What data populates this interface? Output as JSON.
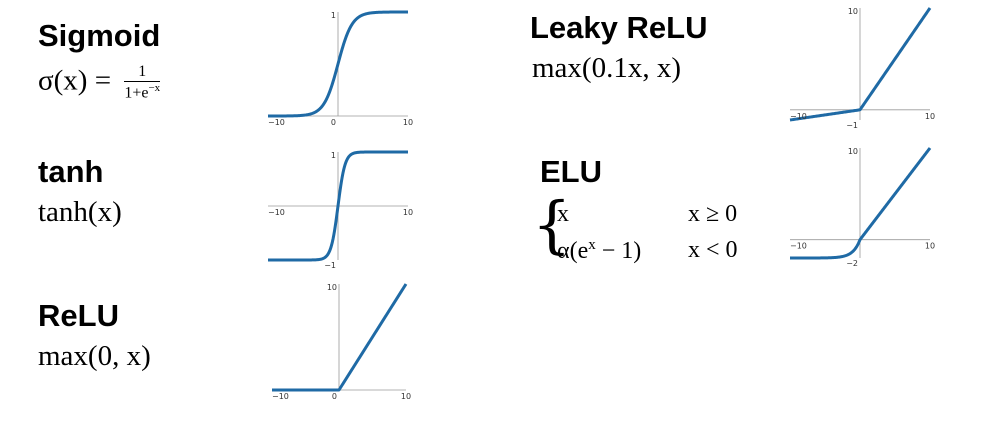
{
  "colors": {
    "curve": "#1f6aa5",
    "axis": "#9a9a9a",
    "text": "#000000"
  },
  "panels": [
    {
      "id": "sigmoid",
      "title": "Sigmoid",
      "formula": {
        "lhs": "σ(x) =",
        "num": "1",
        "den_base": "1+e",
        "den_exp": "−x"
      },
      "chart_data": {
        "type": "line",
        "fn": "sigmoid",
        "xlim": [
          -10,
          10
        ],
        "ylim": [
          0,
          1
        ],
        "tick_labels": {
          "xmin": "−10",
          "xmax": "10",
          "origin": "0",
          "ymax": "1"
        }
      }
    },
    {
      "id": "tanh",
      "title": "tanh",
      "formula": {
        "text": "tanh(x)"
      },
      "chart_data": {
        "type": "line",
        "fn": "tanh",
        "xlim": [
          -10,
          10
        ],
        "ylim": [
          -1,
          1
        ],
        "tick_labels": {
          "xmin": "−10",
          "xmax": "10",
          "ymin": "−1",
          "ymax": "1"
        }
      }
    },
    {
      "id": "relu",
      "title": "ReLU",
      "formula": {
        "text": "max(0, x)"
      },
      "chart_data": {
        "type": "line",
        "fn": "relu",
        "xlim": [
          -10,
          10
        ],
        "ylim": [
          0,
          10
        ],
        "tick_labels": {
          "xmin": "−10",
          "xmax": "10",
          "origin": "0",
          "ymax": "10"
        }
      }
    },
    {
      "id": "leaky_relu",
      "title": "Leaky ReLU",
      "formula": {
        "text": "max(0.1x, x)"
      },
      "chart_data": {
        "type": "line",
        "fn": "leaky_relu",
        "xlim": [
          -10,
          10
        ],
        "ylim": [
          -1,
          10
        ],
        "tick_labels": {
          "xmin": "−10",
          "xmax": "10",
          "ymin": "−1",
          "ymax": "10"
        }
      }
    },
    {
      "id": "elu",
      "title": "ELU",
      "formula": {
        "row1_expr": "x",
        "row1_cond": "x ≥ 0",
        "row2_expr_a": "α(e",
        "row2_expr_exp": "x",
        "row2_expr_b": " − 1)",
        "row2_cond": "x < 0"
      },
      "chart_data": {
        "type": "line",
        "fn": "elu",
        "xlim": [
          -10,
          10
        ],
        "ylim": [
          -2,
          10
        ],
        "tick_labels": {
          "xmin": "−10",
          "xmax": "10",
          "ymin": "−2",
          "ymax": "10"
        }
      }
    }
  ]
}
